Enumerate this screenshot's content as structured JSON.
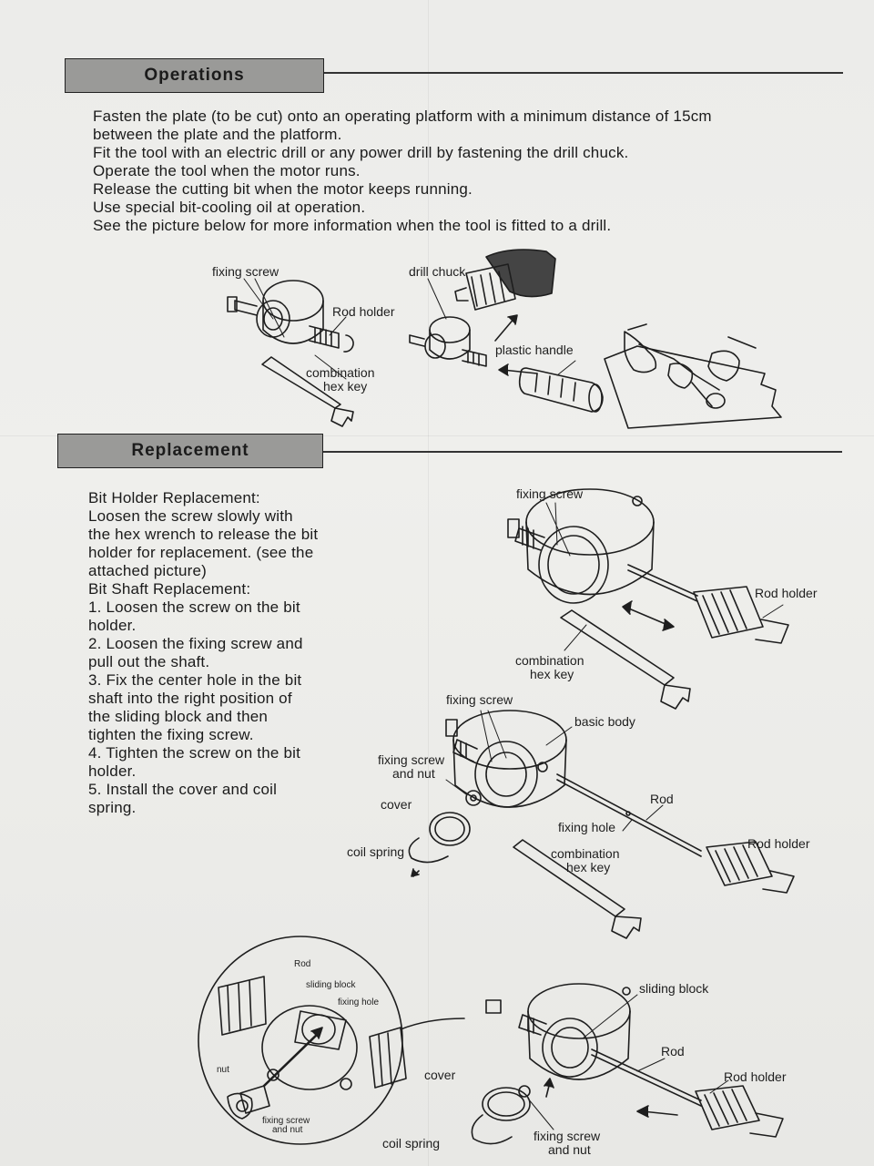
{
  "operations": {
    "header": "Operations",
    "lines": [
      "Fasten the plate (to be cut) onto an operating platform with a minimum distance of 15cm",
      "between the plate and the platform.",
      "Fit the tool with an electric drill or any power drill by fastening the drill chuck.",
      "Operate the tool when the motor runs.",
      "Release the cutting bit when the motor keeps running.",
      "Use special bit-cooling oil at operation.",
      "See the picture below for more information when the tool is fitted to a drill."
    ],
    "figure_labels": {
      "fixing_screw": "fixing screw",
      "drill_chuck": "drill chuck",
      "rod_holder": "Rod holder",
      "plastic_handle": "plastic  handle",
      "combination": "combination",
      "hex_key": "hex key"
    }
  },
  "replacement": {
    "header": "Replacement",
    "lines": [
      "Bit Holder Replacement:",
      "Loosen the screw slowly with",
      "the hex wrench to release the bit",
      "holder for replacement. (see the",
      "attached picture)",
      "Bit Shaft Replacement:",
      "1. Loosen the screw on the bit",
      "holder.",
      "2. Loosen the fixing screw and",
      "pull out the shaft.",
      "3. Fix the center hole in the bit",
      "shaft into the right position of",
      "the sliding block and then",
      "tighten the fixing screw.",
      "4. Tighten the screw on the bit",
      "holder.",
      "5. Install the cover and coil",
      "spring."
    ],
    "fig1": {
      "fixing_screw": "fixing screw",
      "rod_holder": "Rod holder",
      "combination": "combination",
      "hex_key": "hex key"
    },
    "fig2": {
      "fixing_screw_top": "fixing screw",
      "basic_body": "basic body",
      "fixing_screw": "fixing screw",
      "and_nut": "and nut",
      "cover": "cover",
      "rod": "Rod",
      "fixing_hole": "fixing hole",
      "rod_holder": "Rod holder",
      "coil_spring": "coil spring",
      "combination": "combination",
      "hex_key": "hex key"
    },
    "fig3": {
      "rod": "Rod",
      "sliding_block": "sliding block",
      "fixing_hole": "fixing hole",
      "nut": "nut",
      "fixing_screw": "fixing screw",
      "and_nut": "and nut",
      "cover": "cover",
      "coil_spring": "coil spring",
      "sliding_block_right": "sliding block",
      "rod_right": "Rod",
      "rod_holder_right": "Rod holder",
      "fixing_screw_bottom": "fixing screw",
      "and_nut_bottom": "and nut"
    }
  }
}
